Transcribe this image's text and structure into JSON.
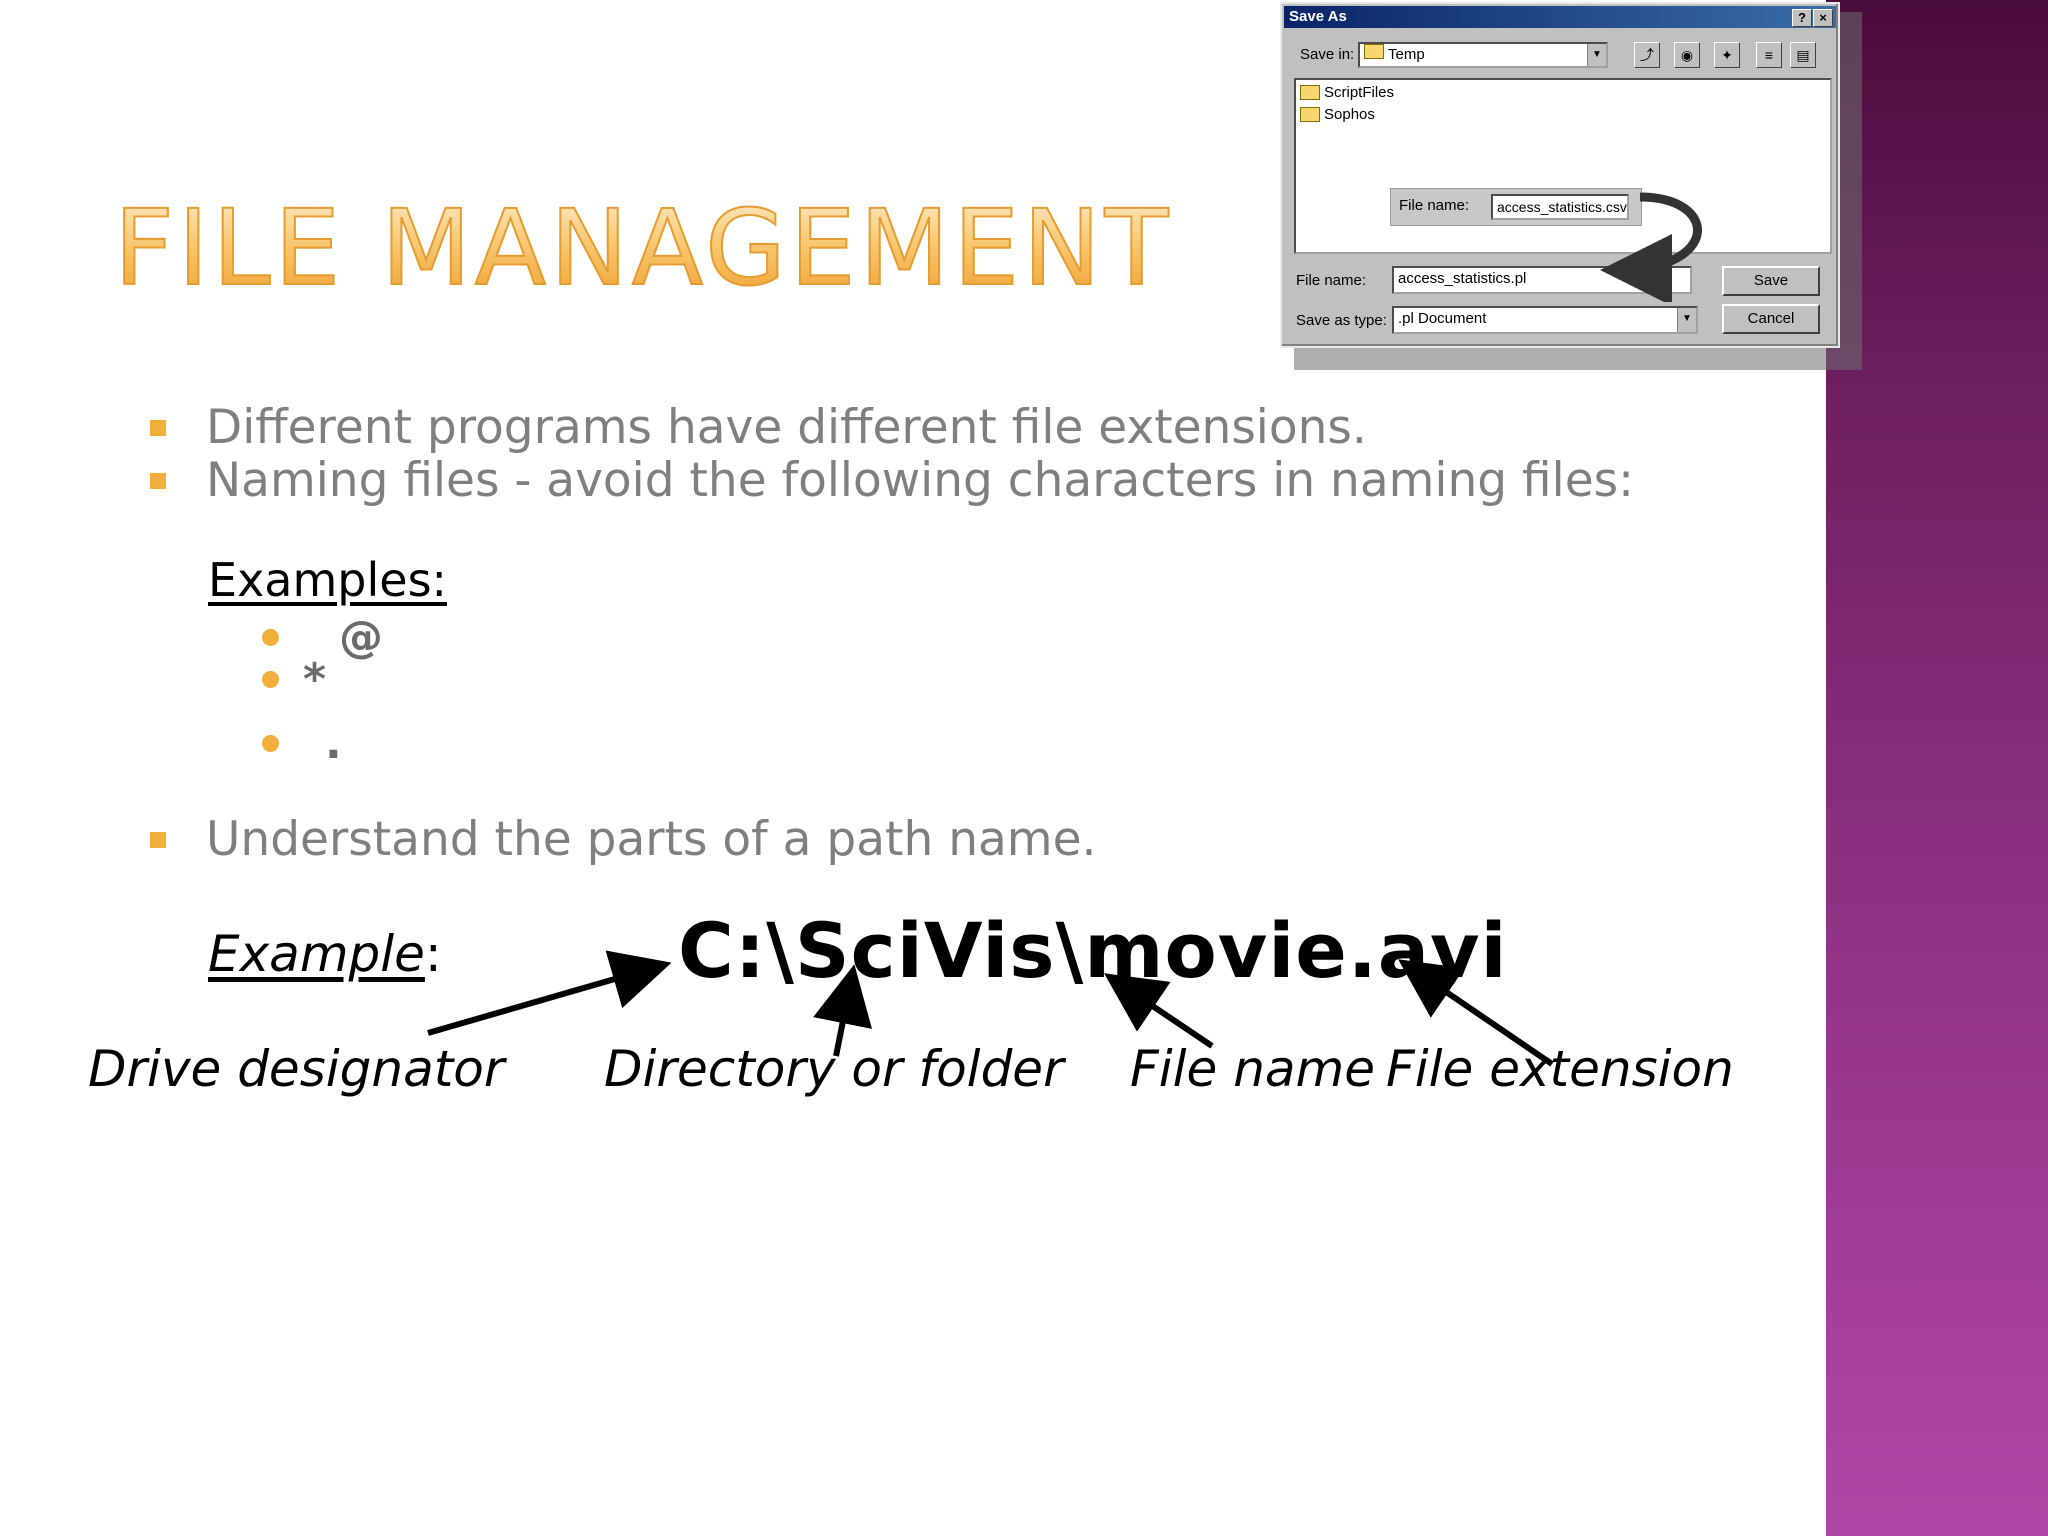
{
  "slide": {
    "title": "File Management",
    "bullets": [
      "Different programs have different file extensions.",
      "Naming files - avoid the following characters in naming files:",
      "Understand the parts of a path name."
    ],
    "examples_label": "Examples:",
    "avoid_chars": [
      "@",
      "*",
      "."
    ],
    "example_label": "Example",
    "example_colon": ":",
    "path": "C:\\SciVis\\movie.avi",
    "path_parts": {
      "drive": "Drive designator",
      "directory": "Directory or folder",
      "file_name": "File name",
      "file_extension": "File extension"
    },
    "colors": {
      "accent": "#f2ad3a",
      "body_text": "#7f7f7f",
      "band_top": "#4a0c3c",
      "band_bottom": "#b246a6"
    }
  },
  "dialog": {
    "title": "Save As",
    "help_btn": "?",
    "close_btn": "×",
    "save_in_label": "Save in:",
    "save_in_value": "Temp",
    "folders": [
      "ScriptFiles",
      "Sophos"
    ],
    "inset_file_name_label": "File name:",
    "inset_file_name_value": "access_statistics.csv",
    "file_name_label": "File name:",
    "file_name_value": "access_statistics.pl",
    "save_as_type_label": "Save as type:",
    "save_as_type_value": ".pl Document",
    "save_button": "Save",
    "cancel_button": "Cancel",
    "toolbar_icons": [
      "up-folder-icon",
      "desktop-icon",
      "new-folder-icon",
      "list-view-icon",
      "details-view-icon"
    ]
  }
}
